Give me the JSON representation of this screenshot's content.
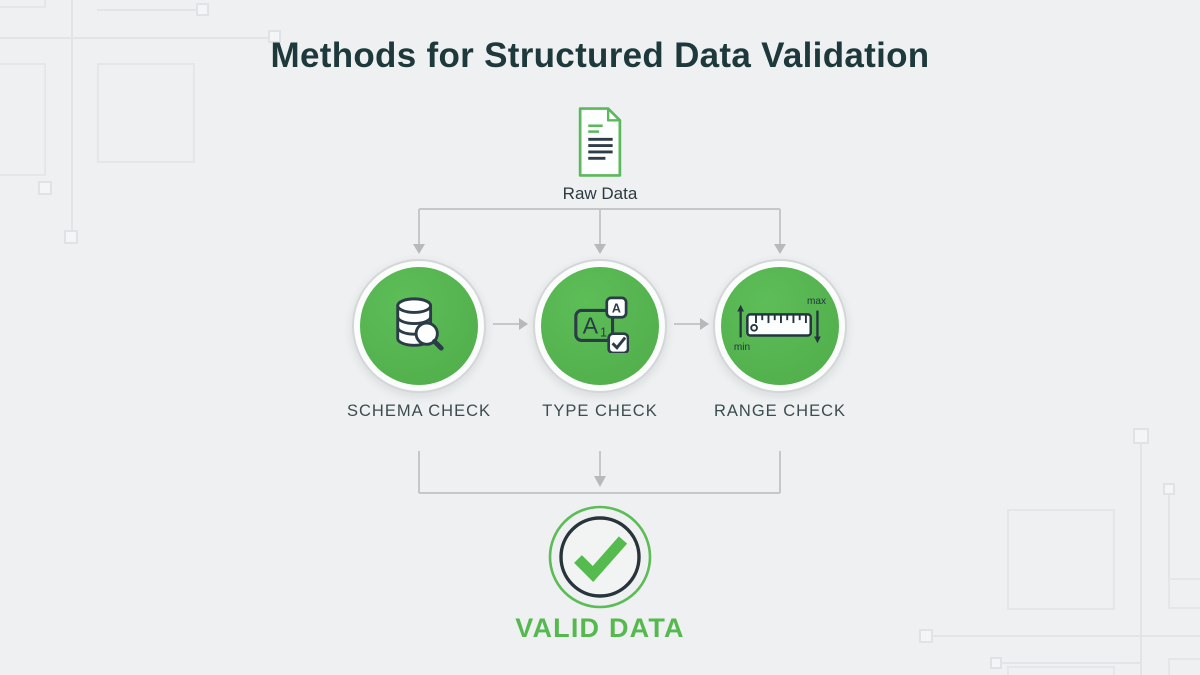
{
  "title": "Methods for Structured Data Validation",
  "flow": {
    "source": {
      "label": "Raw Data",
      "icon": "document-icon"
    },
    "checks": [
      {
        "label": "SCHEMA CHECK",
        "icon": "database-search-icon"
      },
      {
        "label": "TYPE CHECK",
        "icon": "data-type-icon",
        "icon_text": {
          "main": "A",
          "sub": "1",
          "badge": "A"
        }
      },
      {
        "label": "RANGE CHECK",
        "icon": "ruler-icon",
        "min_label": "min",
        "max_label": "max"
      }
    ],
    "result": {
      "label": "VALID DATA",
      "icon": "checkmark-circle-icon"
    }
  },
  "colors": {
    "background": "#eef0f1",
    "accent_green": "#55b54f",
    "icon_green_stroke": "#5cb85c",
    "title_teal": "#1e393b",
    "label_teal": "#3c4c4f",
    "valid_green": "#56b94f",
    "connector_gray": "#c5c7c9",
    "icon_dark": "#2b3b47"
  }
}
